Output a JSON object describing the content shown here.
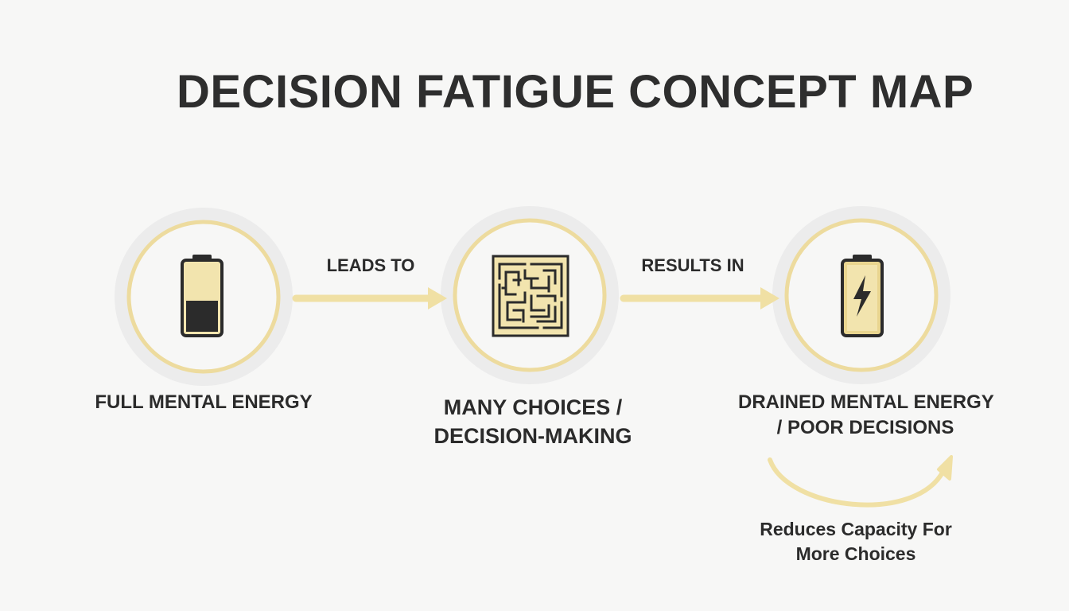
{
  "title": "DECISION FATIGUE CONCEPT MAP",
  "colors": {
    "accent": "#f0e0a4",
    "ring": "#eddb9e",
    "halo": "#ececec",
    "ink": "#2b2b2b",
    "battery_fill": "#f2e4ae",
    "background": "#f7f7f6"
  },
  "nodes": [
    {
      "icon": "battery-half-icon",
      "label_lines": [
        "FULL MENTAL ENERGY"
      ]
    },
    {
      "icon": "maze-icon",
      "label_lines": [
        "MANY CHOICES /",
        "DECISION-MAKING"
      ]
    },
    {
      "icon": "battery-lightning-icon",
      "label_lines": [
        "DRAINED MENTAL ENERGY",
        "/ POOR DECISIONS"
      ]
    }
  ],
  "edges": [
    {
      "from": 0,
      "to": 1,
      "label": "LEADS TO"
    },
    {
      "from": 1,
      "to": 2,
      "label": "RESULTS IN"
    }
  ],
  "feedback_loop": {
    "label_lines": [
      "Reduces Capacity For",
      "More Choices"
    ]
  }
}
